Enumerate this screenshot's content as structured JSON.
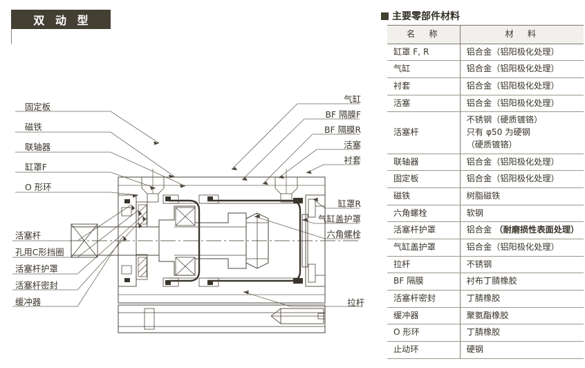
{
  "banner": {
    "title": "双 动 型"
  },
  "table": {
    "heading": "主要零部件材料",
    "bullet_icon": "filled-square-icon",
    "header": {
      "name": "名　称",
      "material": "材　料"
    },
    "rows": [
      {
        "name": "缸罩 F, R",
        "material": [
          "铝合金（铝阳极化处理）"
        ]
      },
      {
        "name": "气缸",
        "material": [
          "铝合金（铝阳极化处理）"
        ]
      },
      {
        "name": "衬套",
        "material": [
          "铝合金（铝阳极化处理）"
        ]
      },
      {
        "name": "活塞",
        "material": [
          "铝合金（铝阳极化处理）"
        ]
      },
      {
        "name": "活塞杆",
        "material": [
          "不锈钢（硬质镀铬）",
          "只有 φ50 为硬钢",
          "（硬质镀铬）"
        ]
      },
      {
        "name": "联轴器",
        "material": [
          "铝合金（铝阳极化处理）"
        ]
      },
      {
        "name": "固定板",
        "material": [
          "铝合金（铝阳极化处理）"
        ]
      },
      {
        "name": "磁铁",
        "material": [
          "树脂磁铁"
        ]
      },
      {
        "name": "六角螺栓",
        "material": [
          "软钢"
        ]
      },
      {
        "name": "活塞杆护罩",
        "material": [
          "铝合金"
        ],
        "material_bold": "（耐磨损性表面处理）"
      },
      {
        "name": "气缸盖护罩",
        "material": [
          "铝合金（铝阳极化处理）"
        ]
      },
      {
        "name": "拉杆",
        "material": [
          "不锈钢"
        ]
      },
      {
        "name": "BF 隔膜",
        "material": [
          "衬布丁腈橡胶"
        ]
      },
      {
        "name": "活塞杆密封",
        "material": [
          "丁腈橡胶"
        ]
      },
      {
        "name": "缓冲器",
        "material": [
          "聚氨酯橡胶"
        ]
      },
      {
        "name": "O 形环",
        "material": [
          "丁腈橡胶"
        ]
      },
      {
        "name": "止动环",
        "material": [
          "硬钢"
        ]
      }
    ]
  },
  "diagram": {
    "labels_left_top": [
      {
        "text": "固定板"
      },
      {
        "text": "磁铁"
      },
      {
        "text": "联轴器"
      },
      {
        "text": "缸罩F"
      },
      {
        "text": "O 形环"
      }
    ],
    "labels_left_bottom": [
      {
        "text": "活塞杆"
      },
      {
        "text": "孔用C形挡圈"
      },
      {
        "text": "活塞杆护罩"
      },
      {
        "text": "活塞杆密封"
      },
      {
        "text": "缓冲器"
      }
    ],
    "labels_right_top": [
      {
        "text": "气缸"
      },
      {
        "text": "BF 隔膜F"
      },
      {
        "text": "BF 隔膜R"
      },
      {
        "text": "活塞"
      },
      {
        "text": "衬套"
      }
    ],
    "labels_right_mid": [
      {
        "text": "缸罩R"
      },
      {
        "text": "气缸盖护罩"
      },
      {
        "text": "六角螺栓"
      }
    ],
    "labels_bottom": [
      {
        "text": "拉杆"
      }
    ]
  },
  "colors": {
    "banner_bg": "#443f33",
    "line": "#4a4339",
    "line_light": "#8a8478",
    "header_bg": "#f1f0ec",
    "text": "#3a352c"
  }
}
